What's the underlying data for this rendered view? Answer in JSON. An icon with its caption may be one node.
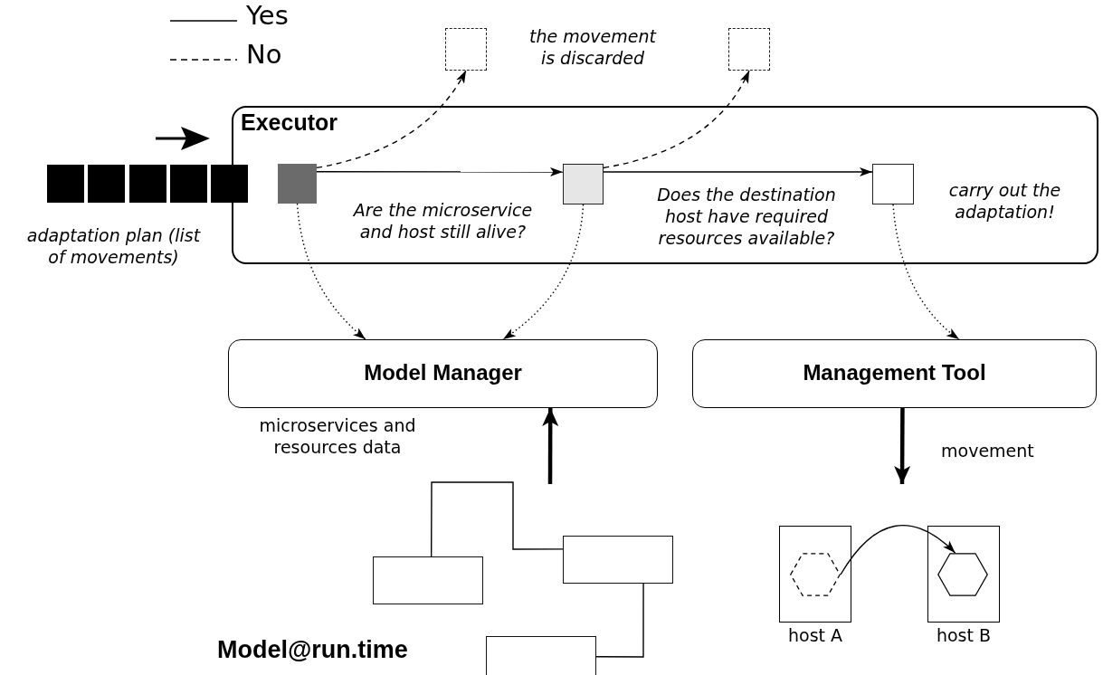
{
  "diagram": {
    "nodes": [
      {
        "text": [
          "Executor"
        ]
      },
      {
        "text": [],
        "shape": "box"
      },
      {
        "text": [],
        "shape": "box"
      },
      {
        "text": [],
        "shape": "box"
      },
      {
        "text": [],
        "shape": "box"
      },
      {
        "text": [],
        "shape": "box"
      },
      {
        "text": [],
        "shape": "box",
        "in": 0
      },
      {
        "text": [],
        "shape": "box",
        "in": 0
      },
      {
        "text": [],
        "shape": "box",
        "in": 0,
        "beside": [
          "carry out the adaptation!"
        ]
      },
      {
        "text": [],
        "shape": "box"
      },
      {
        "text": [],
        "shape": "box"
      },
      {
        "text": [
          "Model Manager"
        ]
      },
      {
        "text": [
          "Management Tool"
        ]
      },
      {
        "text": [
          "host A"
        ]
      },
      {
        "text": [],
        "shape": "hexagon",
        "in": 13
      },
      {
        "text": [
          "host B"
        ]
      },
      {
        "text": [],
        "shape": "hexagon",
        "in": 15
      },
      {
        "text": [],
        "shape": "box"
      },
      {
        "text": [],
        "shape": "box"
      },
      {
        "text": [],
        "shape": "box"
      }
    ],
    "edges": [
      {
        "from": 6,
        "to": 7,
        "arrow": "to",
        "label": "Are the microservice and host still alive?"
      },
      {
        "from": 7,
        "to": 8,
        "arrow": "to",
        "label": "Does the destination host have required resources available?"
      },
      {
        "from": 6,
        "to": 9,
        "arrow": "to",
        "style": "dashed"
      },
      {
        "from": 7,
        "to": 10,
        "arrow": "to",
        "style": "dashed"
      },
      {
        "from": 6,
        "to": 11,
        "arrow": "to",
        "style": "dashed"
      },
      {
        "from": 7,
        "to": 11,
        "arrow": "to",
        "style": "dashed"
      },
      {
        "from": 8,
        "to": 12,
        "arrow": "to",
        "style": "dashed"
      },
      {
        "from": null,
        "to": 11,
        "arrow": "to",
        "style": "thick"
      },
      {
        "from": 12,
        "to": null,
        "arrow": "to",
        "style": "thick",
        "label": "movement"
      },
      {
        "from": 14,
        "to": 16,
        "arrow": "to"
      },
      {
        "from": 17,
        "to": 18,
        "arrow": "none"
      },
      {
        "from": 18,
        "to": 19,
        "arrow": "none"
      }
    ],
    "labels": [
      "the movement is discarded",
      "adaptation plan (list of movements)",
      "microservices and resources data",
      "Model@run.time"
    ],
    "legend": [
      {
        "text": "Yes"
      },
      {
        "text": "No"
      }
    ]
  }
}
